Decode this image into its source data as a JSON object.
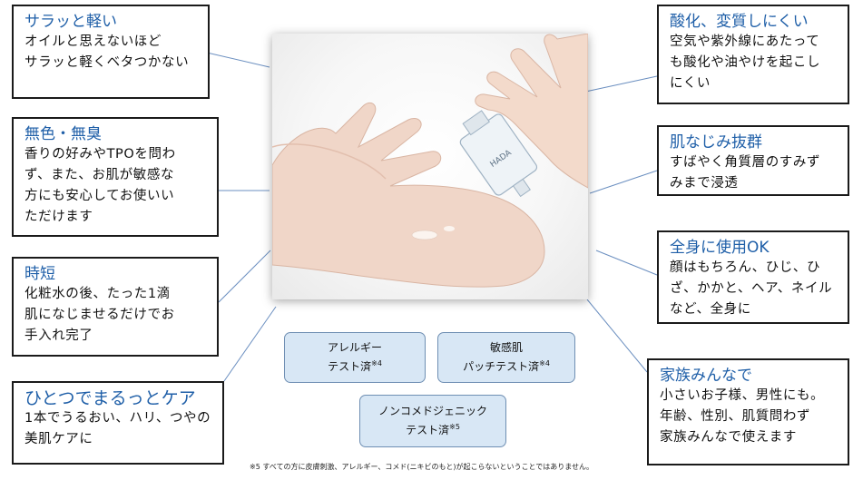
{
  "photo": {
    "bottle_text": "HADA"
  },
  "features": [
    {
      "title": "サラッと軽い",
      "body": "オイルと思えないほど\nサラッと軽くベタつかない"
    },
    {
      "title": "無色・無臭",
      "body": "香りの好みやTPOを問わ\nず、また、お肌が敏感な\n方にも安心してお使いい\nただけます"
    },
    {
      "title": "時短",
      "body": "化粧水の後、たった1滴\n肌になじませるだけでお\n手入れ完了"
    },
    {
      "title": "ひとつでまるっとケア",
      "body": "1本でうるおい、ハリ、つやの\n美肌ケアに"
    },
    {
      "title": "酸化、変質しにくい",
      "body": "空気や紫外線にあたって\nも酸化や油やけを起こし\nにくい"
    },
    {
      "title": "肌なじみ抜群",
      "body": "すばやく角質層のすみず\nみまで浸透"
    },
    {
      "title": "全身に使用OK",
      "body": "顔はもちろん、ひじ、ひ\nざ、かかと、ヘア、ネイル\nなど、全身に"
    },
    {
      "title": "家族みんなで",
      "body": "小さいお子様、男性にも。\n年齢、性別、肌質問わず\n家族みんなで使えます"
    }
  ],
  "badges": [
    {
      "line1": "アレルギー",
      "line2": "テスト済",
      "mark": "※4"
    },
    {
      "line1": "敏感肌",
      "line2": "パッチテスト済",
      "mark": "※4"
    },
    {
      "line1": "ノンコメドジェニック",
      "line2": "テスト済",
      "mark": "※5"
    }
  ],
  "footnote": "※5 すべての方に皮膚刺激、アレルギー、コメド(ニキビのもと)が起こらないということではありません。",
  "colors": {
    "title": "#1f5fa8",
    "badge_bg": "#d8e7f5",
    "badge_border": "#6f8fb3",
    "line": "#6b8fc0"
  }
}
